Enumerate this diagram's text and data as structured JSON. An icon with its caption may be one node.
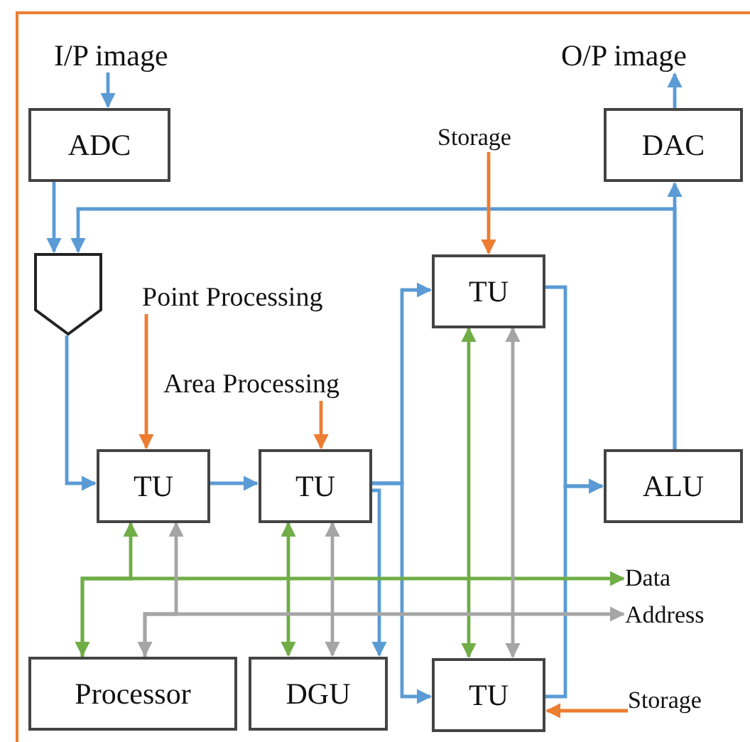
{
  "diagram": {
    "nodes": [
      {
        "text": [
          "I/P image"
        ]
      },
      {
        "text": [
          "ADC"
        ]
      },
      {
        "text": [
          "O/P image"
        ]
      },
      {
        "text": [
          "DAC"
        ]
      },
      {
        "text": [
          "Storage"
        ]
      },
      {
        "text": [],
        "shape": "pentagon"
      },
      {
        "text": [
          "Point Processing"
        ]
      },
      {
        "text": [
          "Area Processing"
        ]
      },
      {
        "text": [
          "TU"
        ]
      },
      {
        "text": [
          "TU"
        ]
      },
      {
        "text": [
          "TU"
        ]
      },
      {
        "text": [
          "ALU"
        ]
      },
      {
        "text": [
          "Data"
        ]
      },
      {
        "text": [
          "Address"
        ]
      },
      {
        "text": [
          "Processor"
        ]
      },
      {
        "text": [
          "DGU"
        ]
      },
      {
        "text": [
          "TU"
        ]
      },
      {
        "text": [
          "Storage"
        ]
      }
    ],
    "edges": [
      {
        "from": 0,
        "to": 1,
        "arrow": "to"
      },
      {
        "from": 3,
        "to": 2,
        "arrow": "to"
      },
      {
        "from": 1,
        "to": 5,
        "arrow": "to"
      },
      {
        "from": 11,
        "to": 3,
        "arrow": "to"
      },
      {
        "from": 11,
        "to": 5,
        "arrow": "to"
      },
      {
        "from": 4,
        "to": 10,
        "arrow": "to",
        "color": "#ed7d31"
      },
      {
        "from": 5,
        "to": 8,
        "arrow": "to"
      },
      {
        "from": 6,
        "to": 8,
        "arrow": "to",
        "color": "#ed7d31"
      },
      {
        "from": 7,
        "to": 9,
        "arrow": "to",
        "color": "#ed7d31"
      },
      {
        "from": 8,
        "to": 9,
        "arrow": "to"
      },
      {
        "from": 9,
        "to": 10,
        "arrow": "to"
      },
      {
        "from": 9,
        "to": 16,
        "arrow": "to"
      },
      {
        "from": 9,
        "to": 15,
        "arrow": "to"
      },
      {
        "from": 10,
        "to": 11,
        "arrow": "to"
      },
      {
        "from": 16,
        "to": 11,
        "arrow": "to"
      },
      {
        "from": 8,
        "to": 14,
        "arrow": "both",
        "color": "#70ad47"
      },
      {
        "from": 9,
        "to": 15,
        "arrow": "both",
        "color": "#70ad47"
      },
      {
        "from": 14,
        "to": 12,
        "arrow": "to",
        "color": "#70ad47"
      },
      {
        "from": 10,
        "to": 16,
        "arrow": "both",
        "color": "#70ad47"
      },
      {
        "from": 8,
        "to": 14,
        "arrow": "both",
        "color": "#a5a5a5"
      },
      {
        "from": 9,
        "to": 15,
        "arrow": "both",
        "color": "#a5a5a5"
      },
      {
        "from": 14,
        "to": 13,
        "arrow": "to",
        "color": "#a5a5a5"
      },
      {
        "from": 10,
        "to": 16,
        "arrow": "both",
        "color": "#a5a5a5"
      },
      {
        "from": 17,
        "to": 16,
        "arrow": "to",
        "color": "#ed7d31"
      }
    ]
  }
}
